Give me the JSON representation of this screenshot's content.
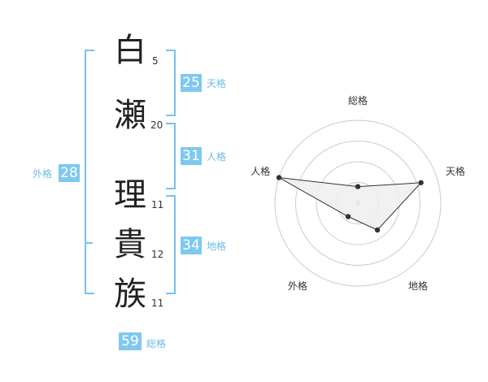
{
  "name_chars": [
    {
      "char": "白",
      "strokes": "5"
    },
    {
      "char": "瀬",
      "strokes": "20"
    },
    {
      "char": "理",
      "strokes": "11"
    },
    {
      "char": "貴",
      "strokes": "12"
    },
    {
      "char": "族",
      "strokes": "11"
    }
  ],
  "fortunes": {
    "tenkaku": {
      "label": "天格",
      "value": "25"
    },
    "jinkaku": {
      "label": "人格",
      "value": "31"
    },
    "chikaku": {
      "label": "地格",
      "value": "34"
    },
    "gaikaku": {
      "label": "外格",
      "value": "28"
    },
    "soukaku": {
      "label": "総格",
      "value": "59"
    }
  },
  "chart_data": {
    "type": "radar",
    "axes": [
      "総格",
      "天格",
      "地格",
      "外格",
      "人格"
    ],
    "scale_max": 5,
    "rings": 4,
    "values": [
      1,
      4,
      2,
      1,
      5
    ]
  },
  "colors": {
    "accent": "#7fc8ef",
    "bracket": "#76c3ec",
    "radar_fill": "#eeeeee",
    "radar_line": "#333333",
    "grid": "#cccccc"
  }
}
